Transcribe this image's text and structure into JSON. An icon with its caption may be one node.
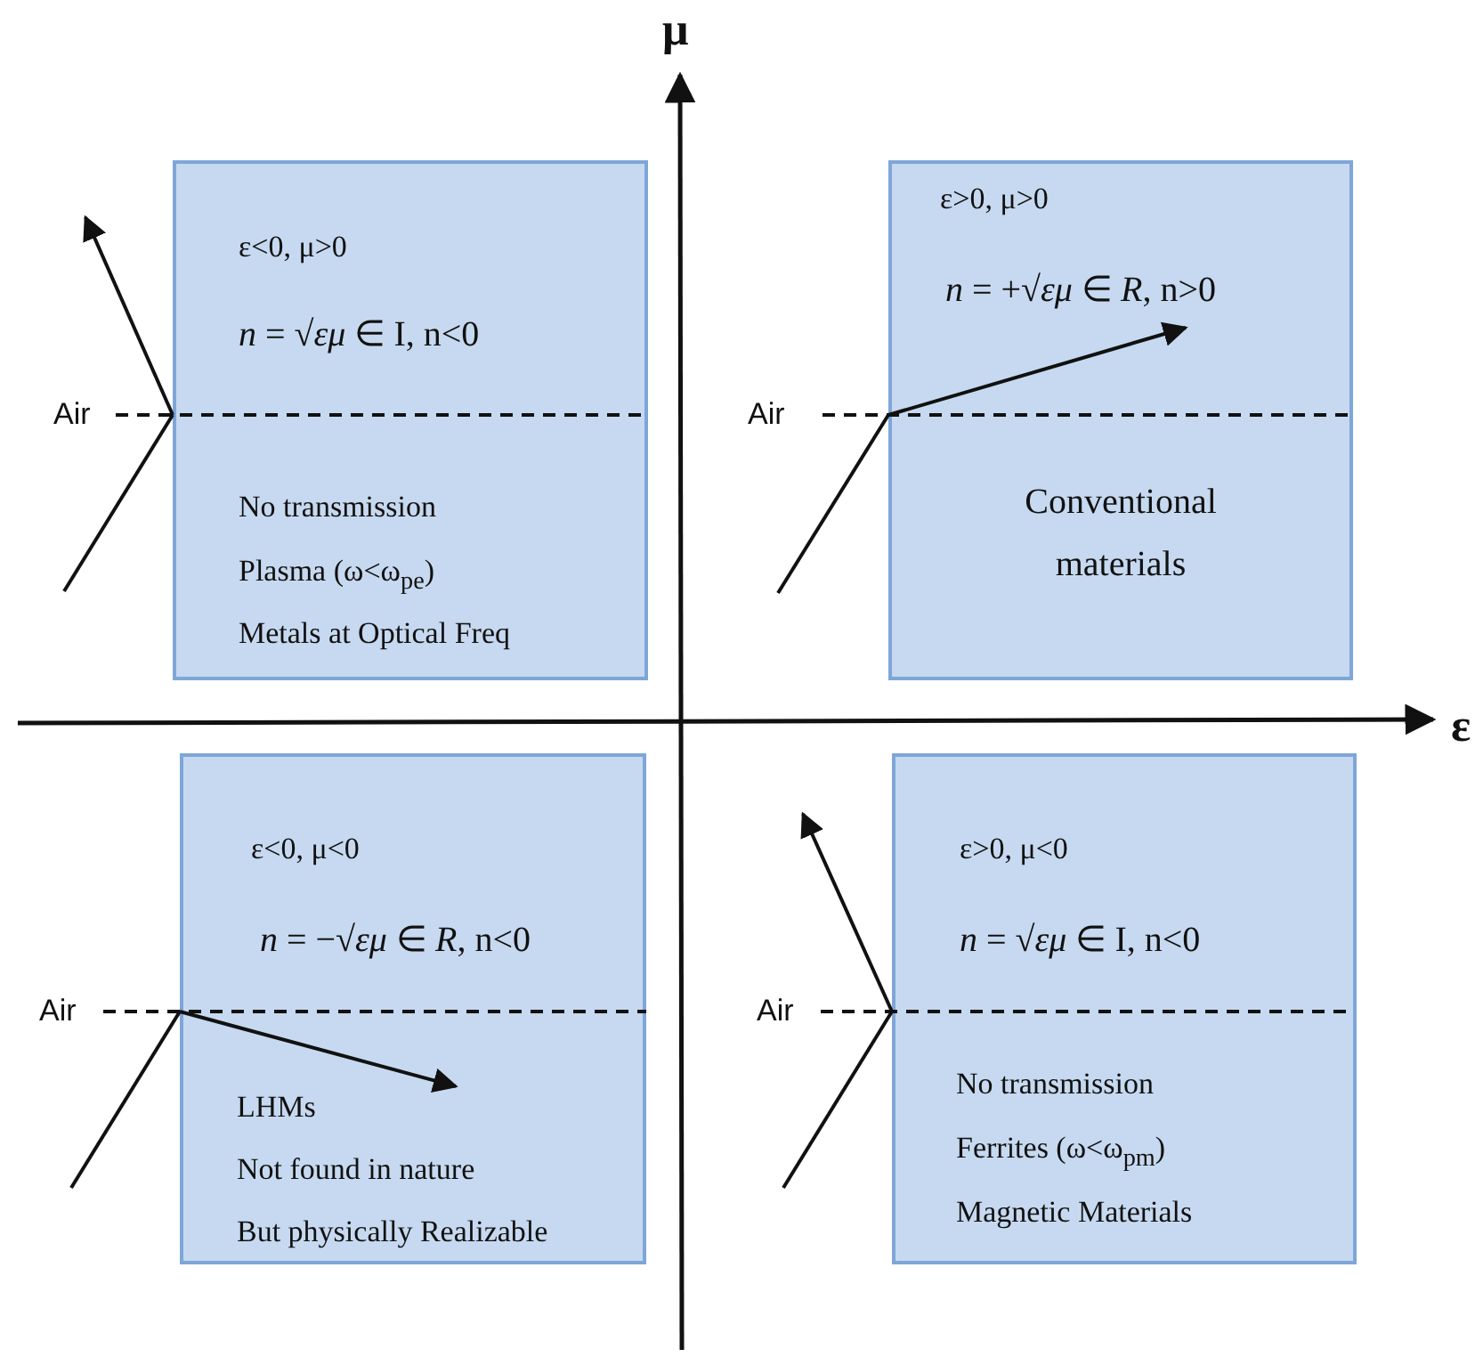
{
  "diagram": {
    "nodes": [
      {
        "text": [
          "ε<0, μ>0",
          "*n* = √*εμ* ∈ I, n<0",
          "No transmission",
          "Plasma (ω<ω$_{pe}$)",
          "Metals at Optical Freq"
        ]
      },
      {
        "text": [
          "ε>0, μ>0",
          "*n* = +√*εμ* ∈ *R*, n>0",
          "Conventional materials"
        ]
      },
      {
        "text": [
          "ε<0, μ<0",
          "*n* = −√*εμ* ∈ *R*, n<0",
          "LHMs",
          "Not found in nature",
          "But physically Realizable"
        ]
      },
      {
        "text": [
          "ε>0, μ<0",
          "*n* = √*εμ* ∈ I, n<0",
          "No transmission",
          "Ferrites (ω<ω$_{pm}$)",
          "Magnetic Materials"
        ]
      }
    ],
    "labels": [
      "μ",
      "Air",
      "Air",
      "ε",
      "Air",
      "Air"
    ]
  }
}
